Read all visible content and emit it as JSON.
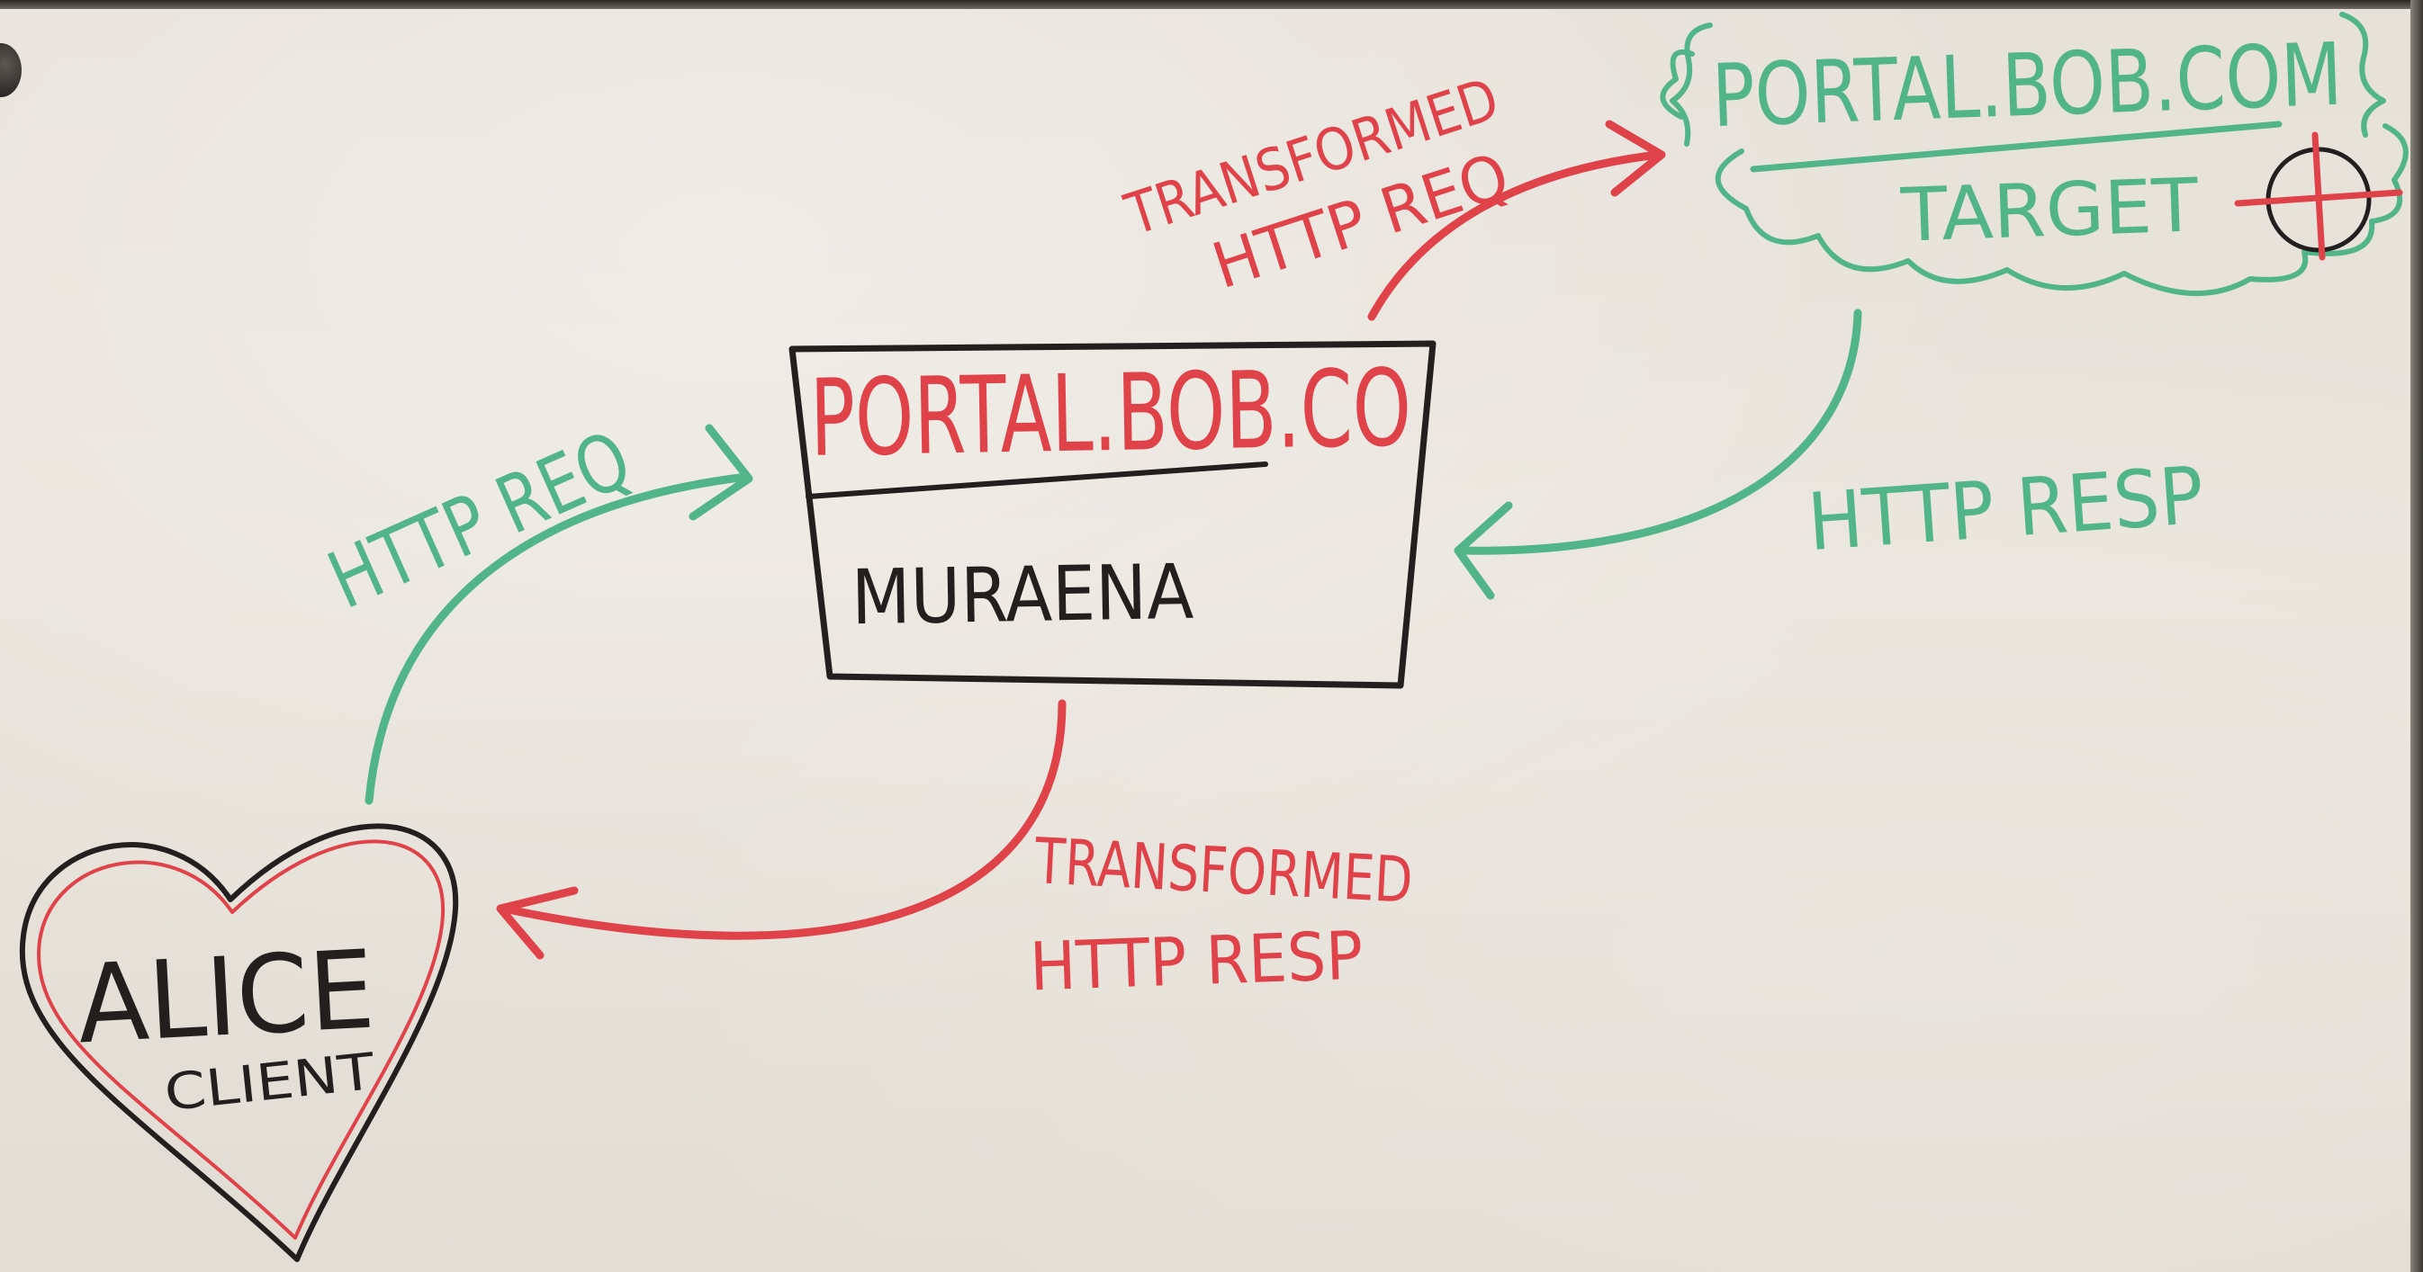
{
  "muraena_box": {
    "domain": "PORTAL.BOB.CO",
    "name": "MURAENA"
  },
  "target_cloud": {
    "domain": "PORTAL.BOB.COM",
    "role": "TARGET"
  },
  "client_heart": {
    "name": "ALICE",
    "role": "CLIENT"
  },
  "arrows": {
    "http_req": "HTTP REQ",
    "transformed_http_req": [
      "TRANSFORMED",
      "HTTP REQ"
    ],
    "http_resp": "HTTP RESP",
    "transformed_http_resp": [
      "TRANSFORMED",
      "HTTP RESP"
    ]
  },
  "colors": {
    "red_marker": "#e0424a",
    "green_marker": "#52b58a",
    "black_marker": "#231f1e",
    "board": "#e6e1d9"
  }
}
